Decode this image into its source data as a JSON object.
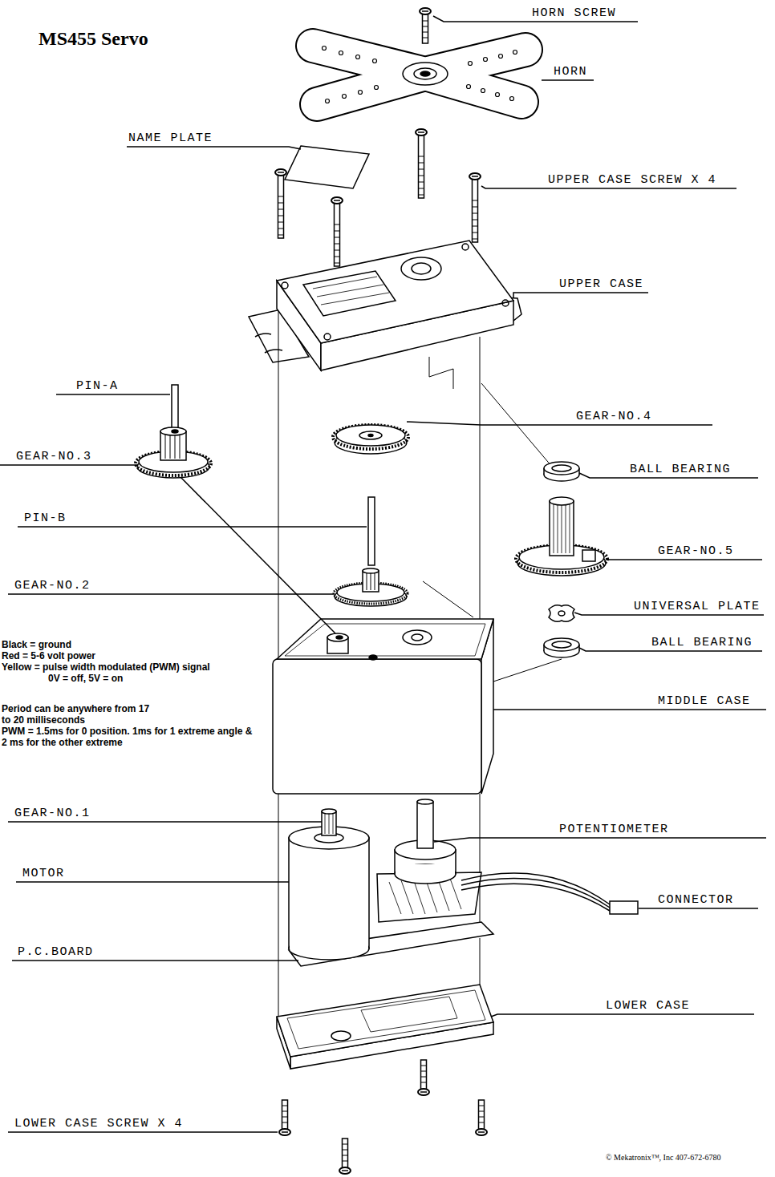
{
  "diagram": {
    "title": "MS455 Servo",
    "labels": [
      "HORN SCREW",
      "HORN",
      "NAME PLATE",
      "UPPER CASE SCREW X 4",
      "UPPER CASE",
      "PIN-A",
      "GEAR-NO.4",
      "GEAR-NO.3",
      "BALL BEARING",
      "PIN-B",
      "GEAR-NO.5",
      "GEAR-NO.2",
      "UNIVERSAL PLATE",
      "BALL BEARING",
      "Black = ground",
      "Red = 5-6 volt power",
      "Yellow = pulse width modulated (PWM) signal",
      "0V = off, 5V = on",
      "MIDDLE CASE",
      "Period can be anywhere from 17 to 20 milliseconds",
      "PWM = 1.5ms for 0 position. 1ms for 1 extreme angle & 2 ms for the other extreme",
      "GEAR-NO.1",
      "POTENTIOMETER",
      "MOTOR",
      "CONNECTOR",
      "P.C.BOARD",
      "LOWER CASE",
      "LOWER CASE SCREW X 4",
      "© Mekatronix™, Inc 407-672-6780"
    ]
  }
}
